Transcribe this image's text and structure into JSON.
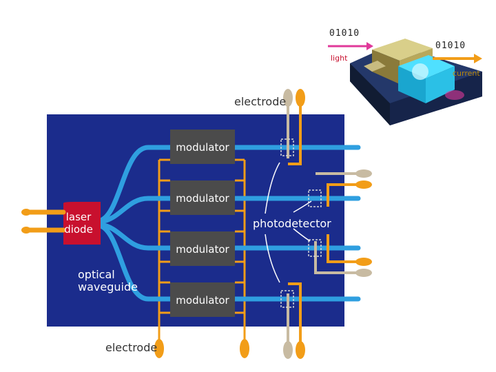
{
  "chip": {
    "laser_label_line1": "laser",
    "laser_label_line2": "diode",
    "modulator_labels": [
      "modulator",
      "modulator",
      "modulator",
      "modulator"
    ],
    "photodetector_label": "photodetector",
    "waveguide_label_line1": "optical",
    "waveguide_label_line2": "waveguide",
    "electrode_top_label": "electrode",
    "electrode_bottom_label": "electrode"
  },
  "inset": {
    "input_bits": "01010",
    "output_bits": "01010",
    "light_label": "light",
    "current_label": "current"
  },
  "colors": {
    "substrate": "#1b2c8c",
    "waveguide": "#2f9fe0",
    "electrode_orange": "#f29d18",
    "electrode_beige": "#c8bba2",
    "modulator": "#4b4b4b",
    "laser": "#c8102e",
    "light_arrow": "#e0399a",
    "current_arrow": "#f29d18"
  }
}
